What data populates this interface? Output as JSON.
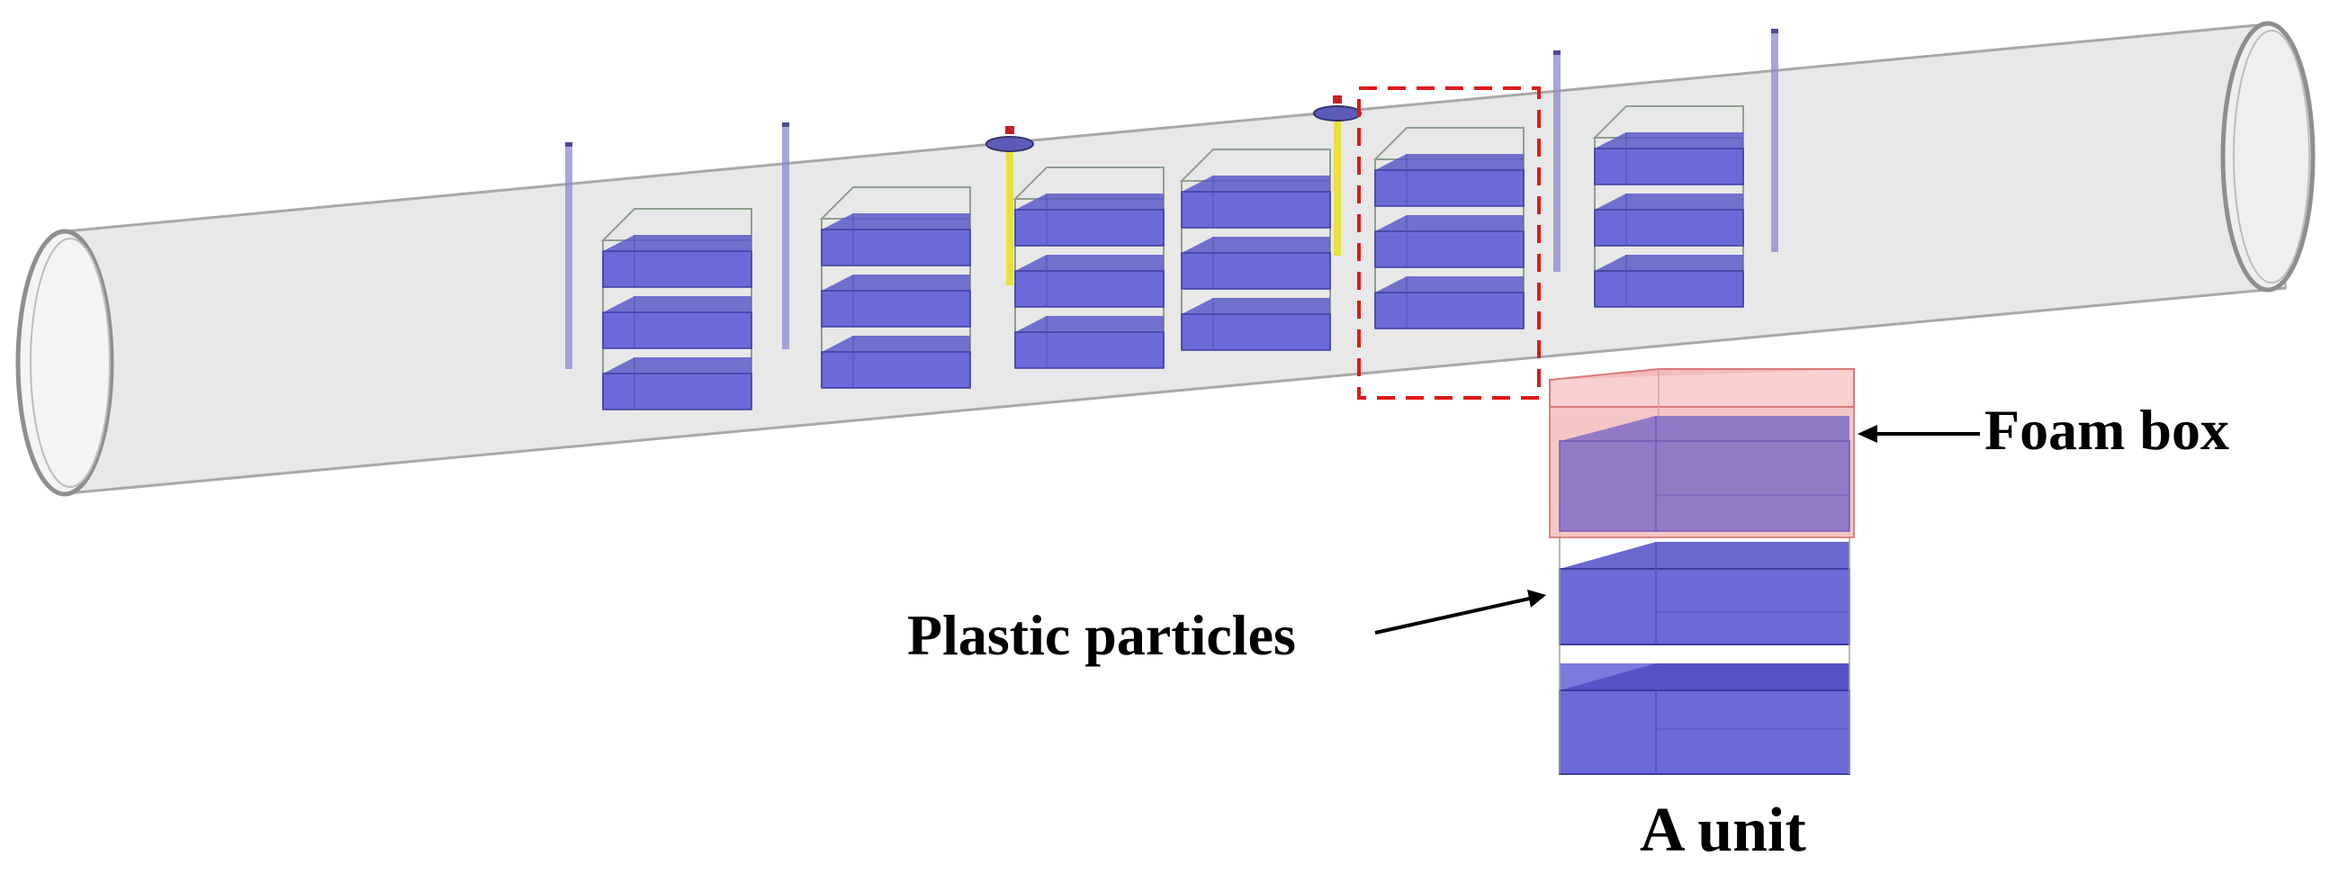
{
  "labels": {
    "foam_box": "Foam box",
    "plastic_particles": "Plastic particles",
    "unit": "A unit"
  },
  "colors": {
    "pipe_fill": "#e6e6e6",
    "pipe_edge": "#9a9a9a",
    "particle_top": "#6f6ee0",
    "particle_front": "#6a6ad8",
    "particle_side": "#5a5ac8",
    "frame_line": "#8f9f8f",
    "foam_fill": "#f6c6c6",
    "foam_edge": "#d97878",
    "highlight_box": "#e01818",
    "rod": "#8a8ad0",
    "sensor_pole": "#e8e040",
    "arrow": "#000000"
  },
  "scene": {
    "unit_count": 6,
    "layers_per_unit": 3,
    "highlighted_unit_index": 4,
    "vertical_rod_count": 4,
    "sensor_count": 2
  }
}
